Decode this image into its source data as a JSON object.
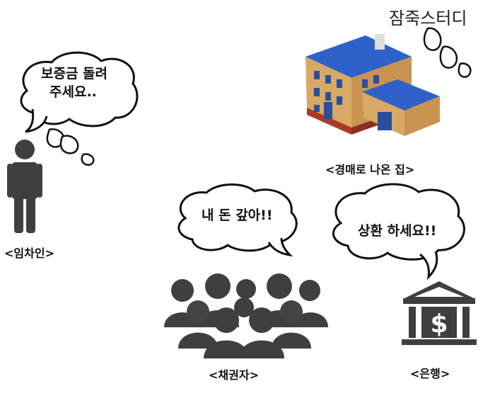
{
  "watermark": "잠죽스터디",
  "tenant": {
    "speech_line1": "보증금 돌려",
    "speech_line2": "주세요..",
    "caption": "<임차인>"
  },
  "house": {
    "caption": "<경매로 나온 집>"
  },
  "creditors": {
    "speech": "내 돈 갚아!!",
    "caption": "<채권자>"
  },
  "bank": {
    "speech": "상환 하세요!!",
    "caption": "<은행>",
    "symbol": "$"
  },
  "colors": {
    "figure": "#3f3f3f",
    "roof": "#2f62c8",
    "wall": "#d8a865",
    "brick": "#a83a24",
    "door": "#2a4f9e"
  }
}
